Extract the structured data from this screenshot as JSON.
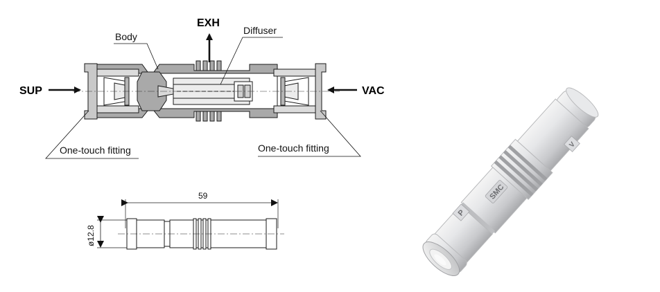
{
  "diagram": {
    "labels": {
      "exh": "EXH",
      "body": "Body",
      "diffuser": "Diffuser",
      "sup": "SUP",
      "vac": "VAC",
      "fitting_left": "One-touch fitting",
      "fitting_right": "One-touch fitting"
    },
    "dimensions": {
      "length": "59",
      "diameter": "ø12.8"
    }
  },
  "photo": {
    "marks": {
      "p": "P",
      "smc": "SMC",
      "v": "V"
    }
  },
  "colors": {
    "body_gray": "#a9a9a9",
    "fitting_gray": "#c9c9c9",
    "photo_body": "#d2d3d5",
    "line": "#1a1a1a"
  }
}
